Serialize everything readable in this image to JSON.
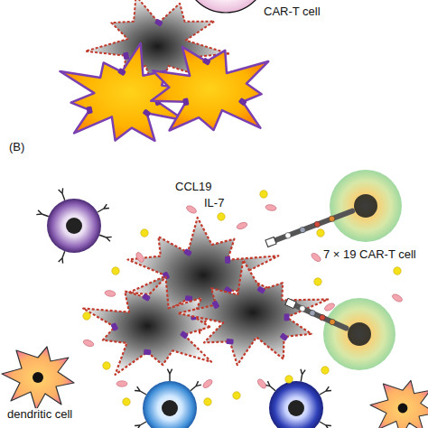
{
  "diagram": {
    "labels": [
      "CAR-T cell",
      "(B)",
      "CCL19",
      "IL-7",
      "7 × 19 CAR-T cell",
      "dendritic cell"
    ]
  }
}
